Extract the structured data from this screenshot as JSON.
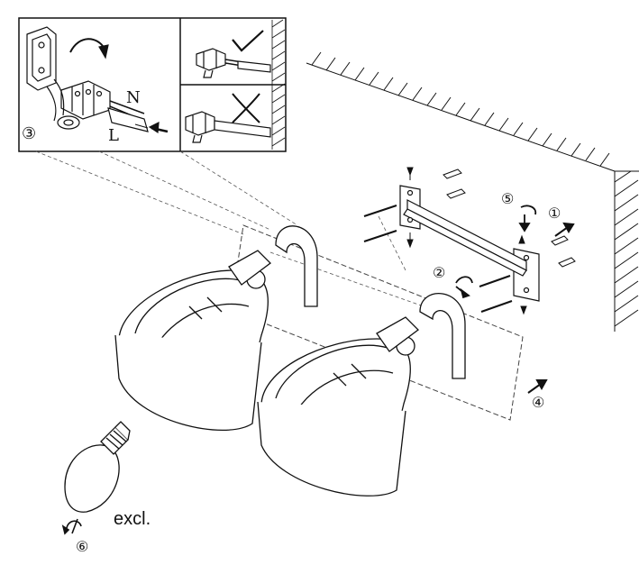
{
  "inset": {
    "step_label": "③",
    "wire_n": "N",
    "wire_l": "L"
  },
  "steps": {
    "s1": "①",
    "s2": "②",
    "s4": "④",
    "s5": "⑤",
    "s6": "⑥"
  },
  "bulb": {
    "note": "excl."
  }
}
